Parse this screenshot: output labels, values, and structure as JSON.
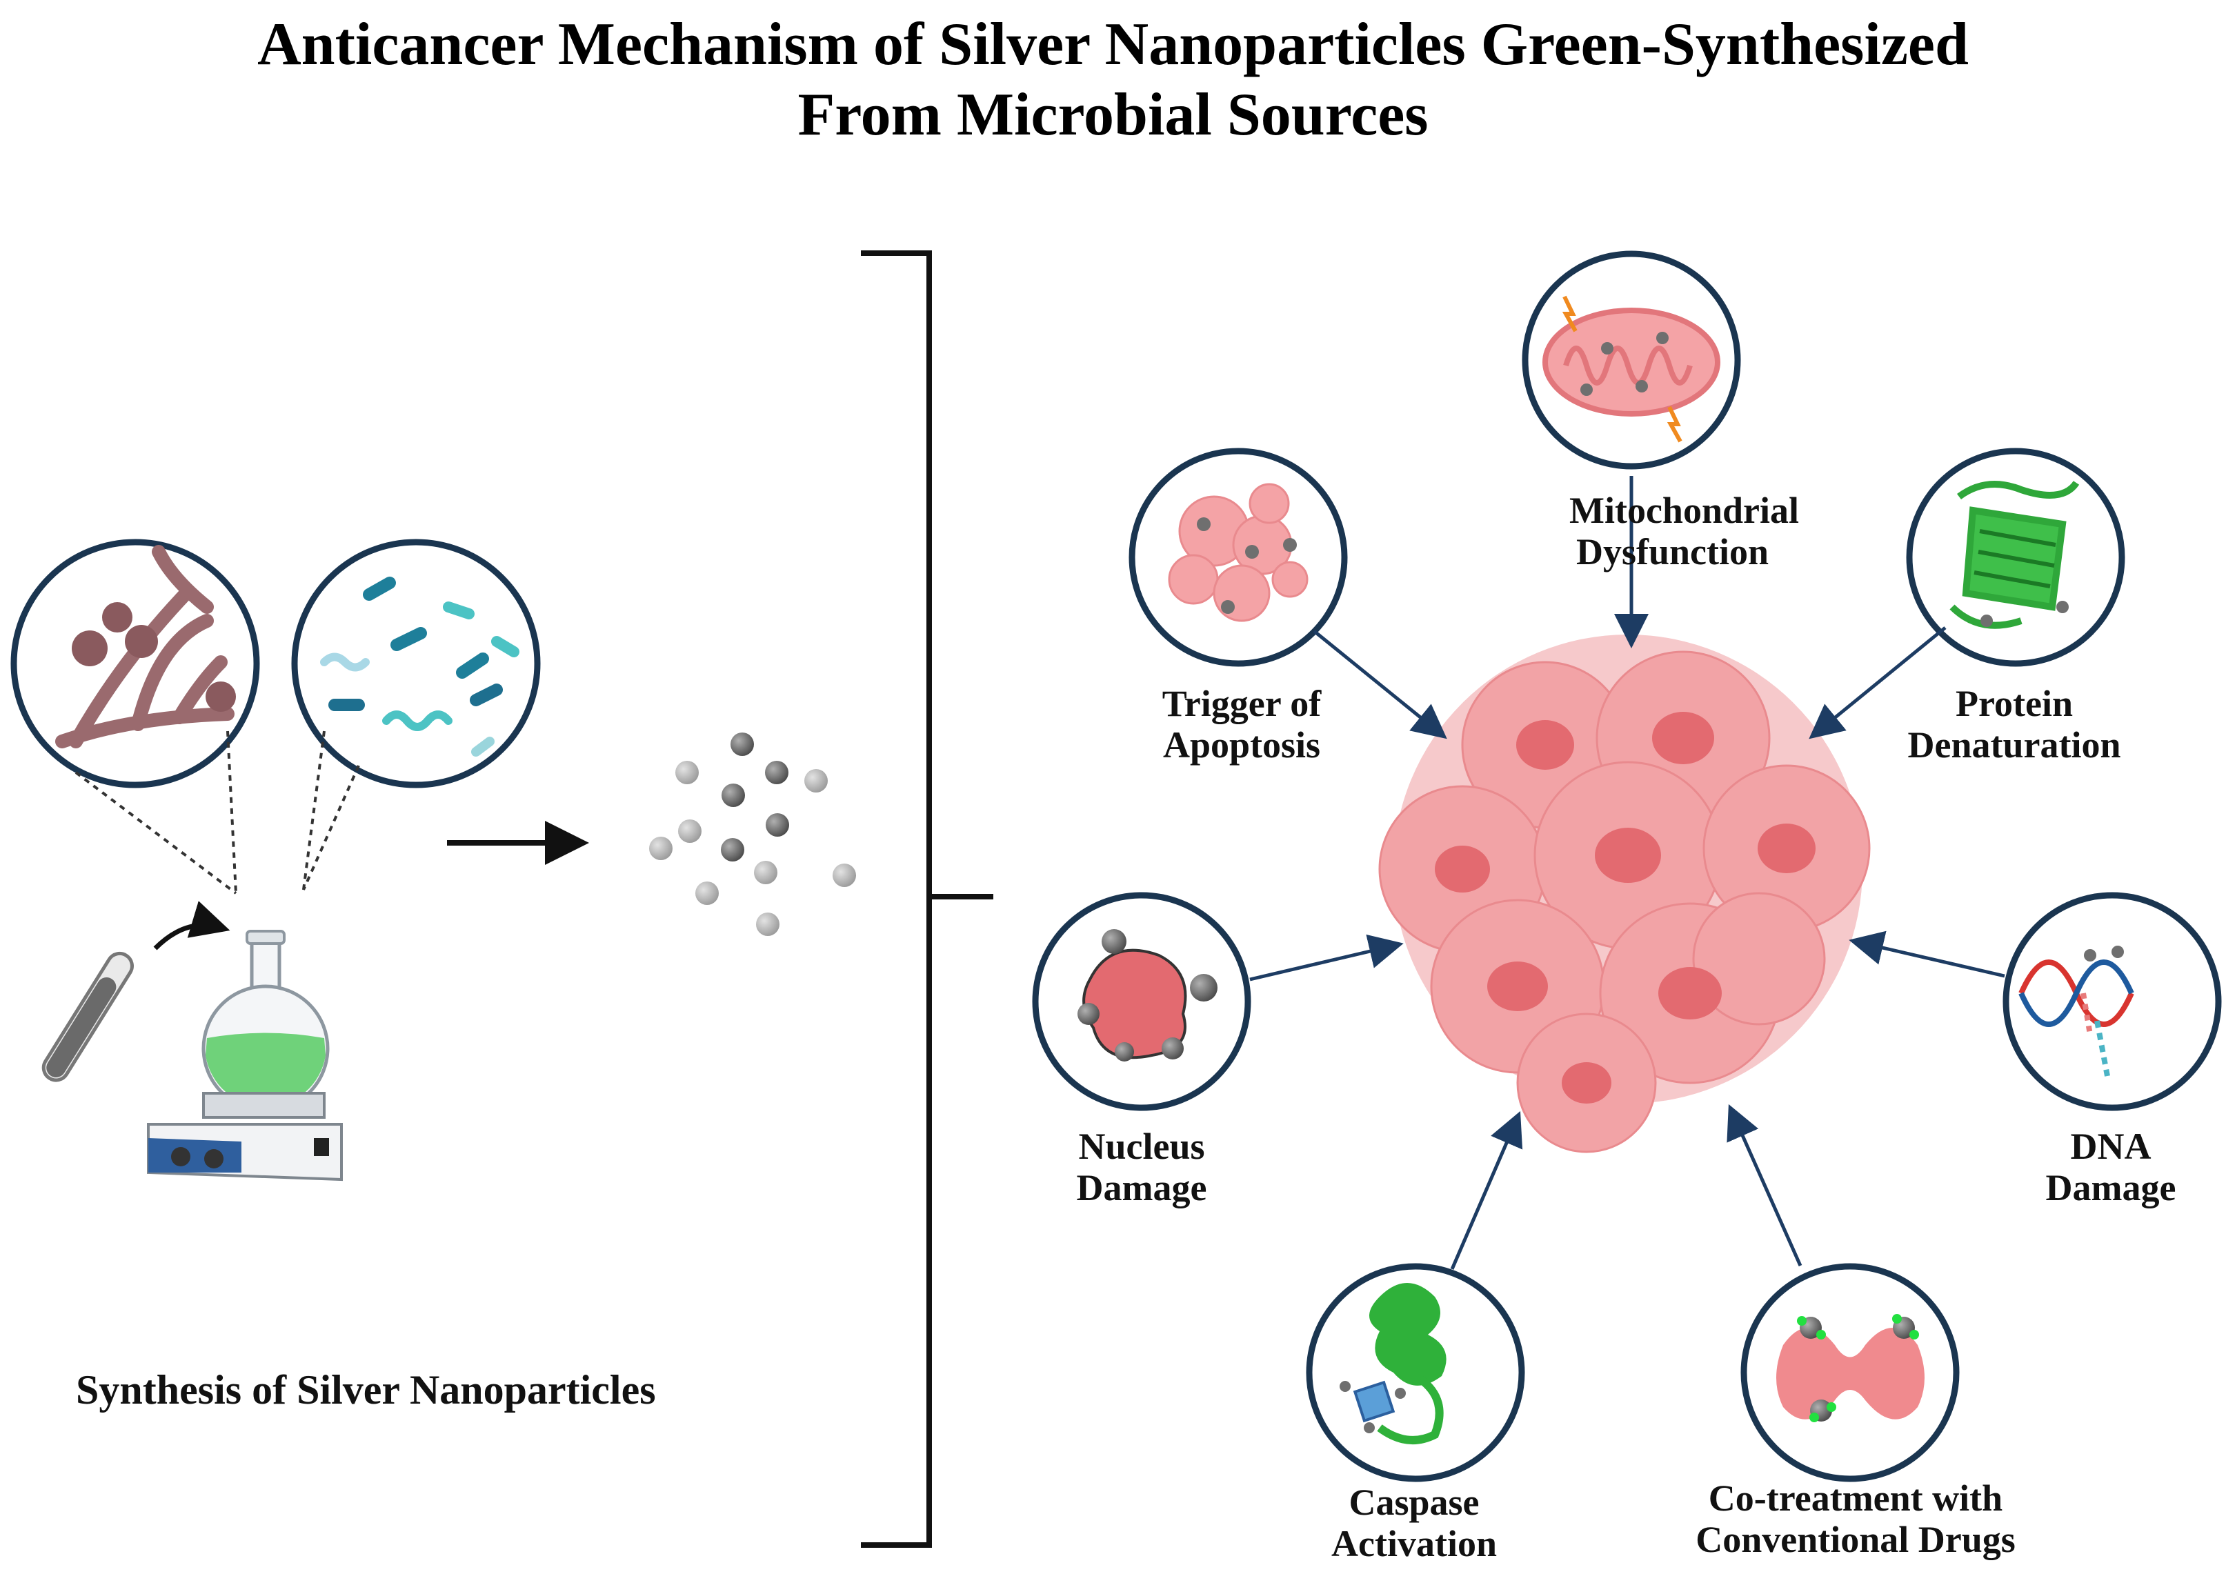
{
  "title": {
    "line1": "Anticancer Mechanism of Silver Nanoparticles Green-Synthesized",
    "line2": "From Microbial Sources"
  },
  "synthesis": {
    "label": "Synthesis of Silver Nanoparticles",
    "sources": [
      "fungal-hyphae-icon",
      "bacteria-icon"
    ],
    "apparatus": [
      "test-tube-icon",
      "round-bottom-flask-icon",
      "hot-plate-stirrer-icon"
    ]
  },
  "mechanisms": {
    "mitochondrial": {
      "line1": "Mitochondrial",
      "line2": "Dysfunction",
      "icon": "mitochondrion-icon"
    },
    "apoptosis": {
      "line1": "Trigger of",
      "line2": "Apoptosis",
      "icon": "apoptotic-cell-icon"
    },
    "protein": {
      "line1": "Protein",
      "line2": "Denaturation",
      "icon": "protein-icon"
    },
    "nucleus": {
      "line1": "Nucleus",
      "line2": "Damage",
      "icon": "damaged-nucleus-icon"
    },
    "dna": {
      "line1": "DNA",
      "line2": "Damage",
      "icon": "dna-helix-icon"
    },
    "caspase": {
      "line1": "Caspase",
      "line2": "Activation",
      "icon": "caspase-enzyme-icon"
    },
    "cotreatment": {
      "line1": "Co-treatment with",
      "line2": "Conventional Drugs",
      "icon": "dividing-cell-icon"
    }
  },
  "colors": {
    "circle_border": "#1a3550",
    "arrow": "#1d3c63",
    "tumor": "#e8787c",
    "nanoparticle": "#6f6f6f",
    "flask_liquid": "#6fd27a"
  }
}
